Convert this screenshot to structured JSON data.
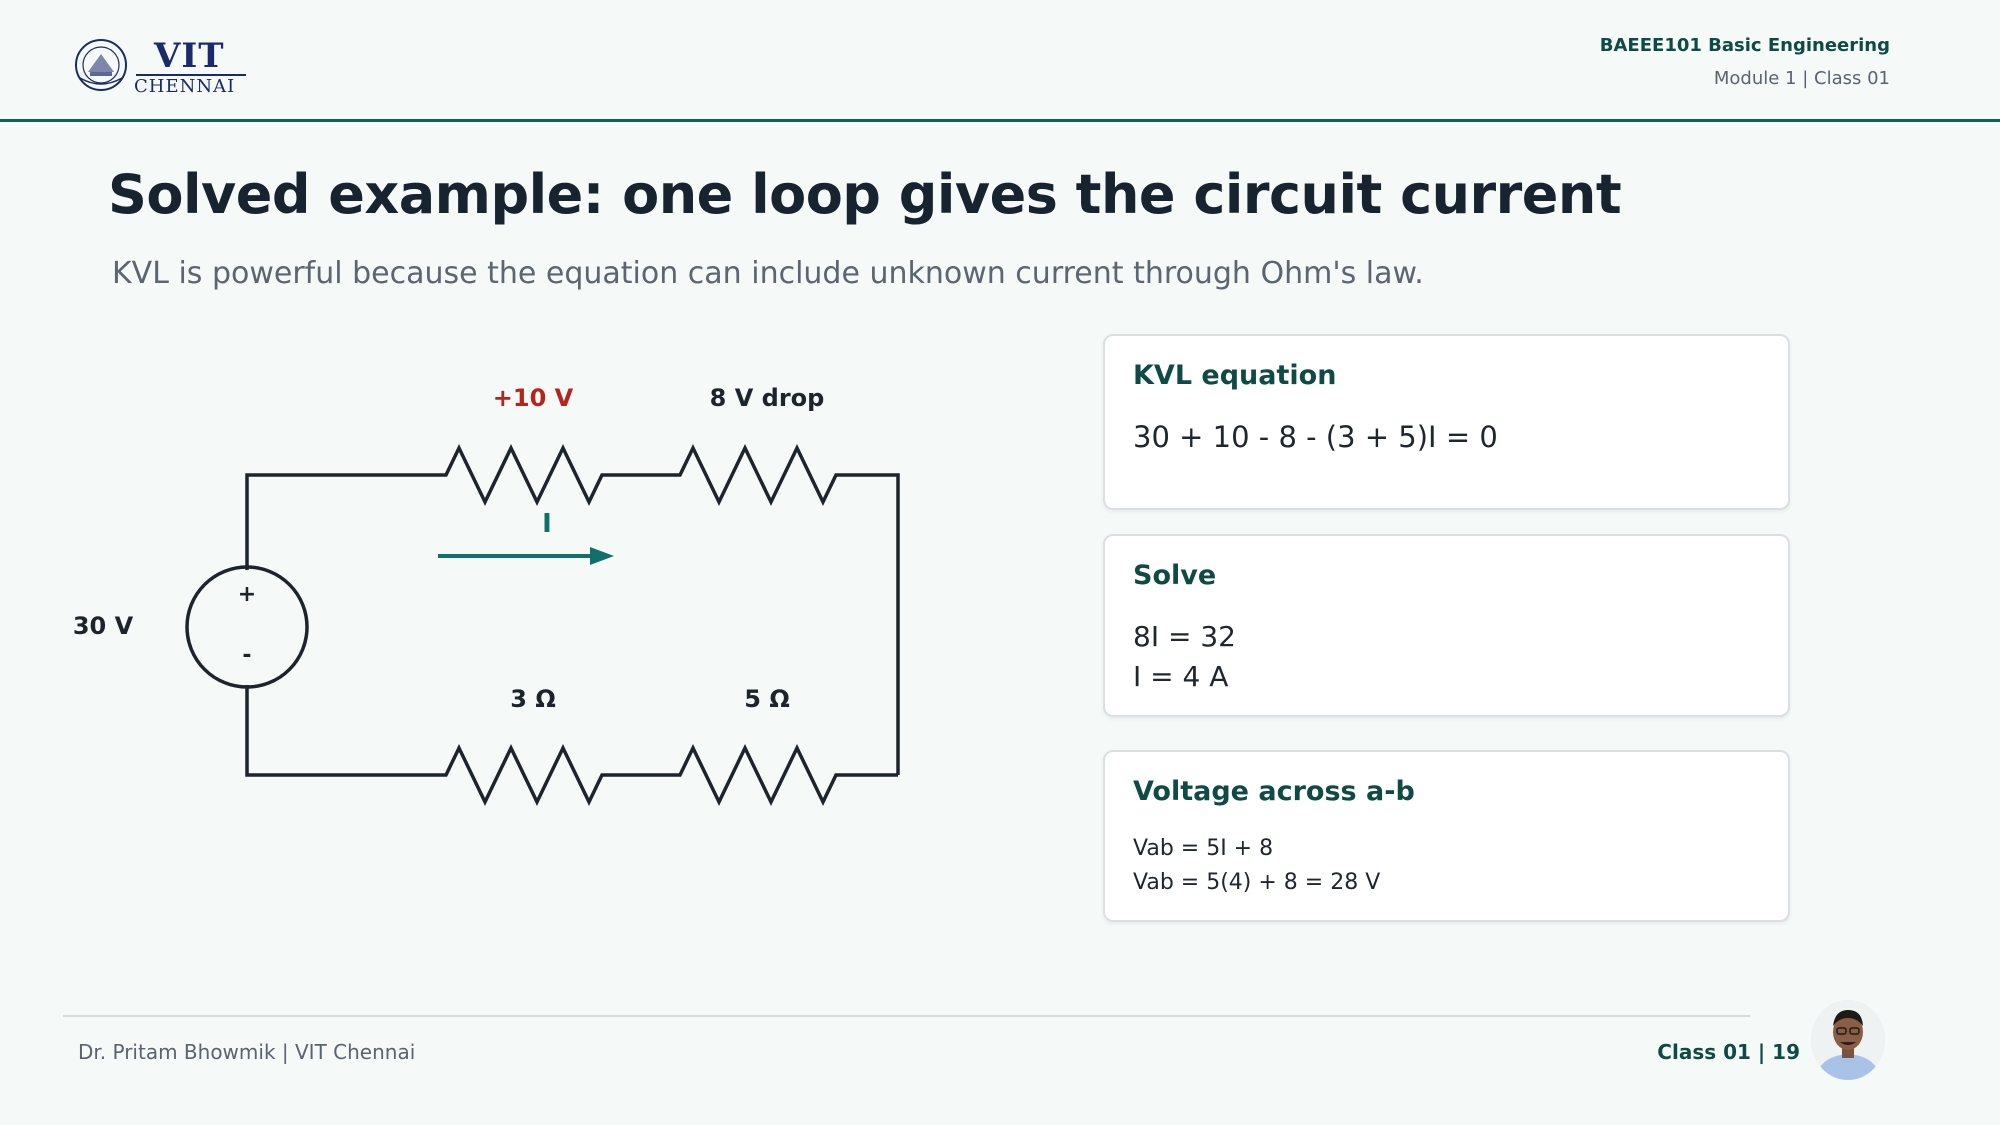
{
  "header": {
    "logo_text": "VIT",
    "logo_subtext": "CHENNAI",
    "course": "BAEEE101 Basic Engineering",
    "module": "Module 1 | Class 01"
  },
  "slide": {
    "title": "Solved example: one loop gives the circuit current",
    "subtitle": "KVL is powerful because the equation can include unknown current through Ohm's law."
  },
  "circuit": {
    "source_label": "30 V",
    "source_plus": "+",
    "source_minus": "-",
    "top_left_resistor_label": "+10 V",
    "top_right_resistor_label": "8 V drop",
    "current_label": "I",
    "bottom_left_resistor_label": "3 Ω",
    "bottom_right_resistor_label": "5 Ω",
    "colors": {
      "wire": "#1c242c",
      "arrow": "#11706a",
      "rise": "#b3261e"
    }
  },
  "cards": [
    {
      "title": "KVL equation",
      "lines": [
        "30 + 10 - 8 - (3 + 5)I = 0"
      ]
    },
    {
      "title": "Solve",
      "lines": [
        "8I = 32",
        "I = 4 A"
      ]
    },
    {
      "title": "Voltage across a-b",
      "lines": [
        "Vab = 5I + 8",
        "Vab = 5(4) + 8 = 28 V"
      ]
    }
  ],
  "footer": {
    "author": "Dr. Pritam Bhowmik | VIT Chennai",
    "page": "Class 01 | 19"
  }
}
